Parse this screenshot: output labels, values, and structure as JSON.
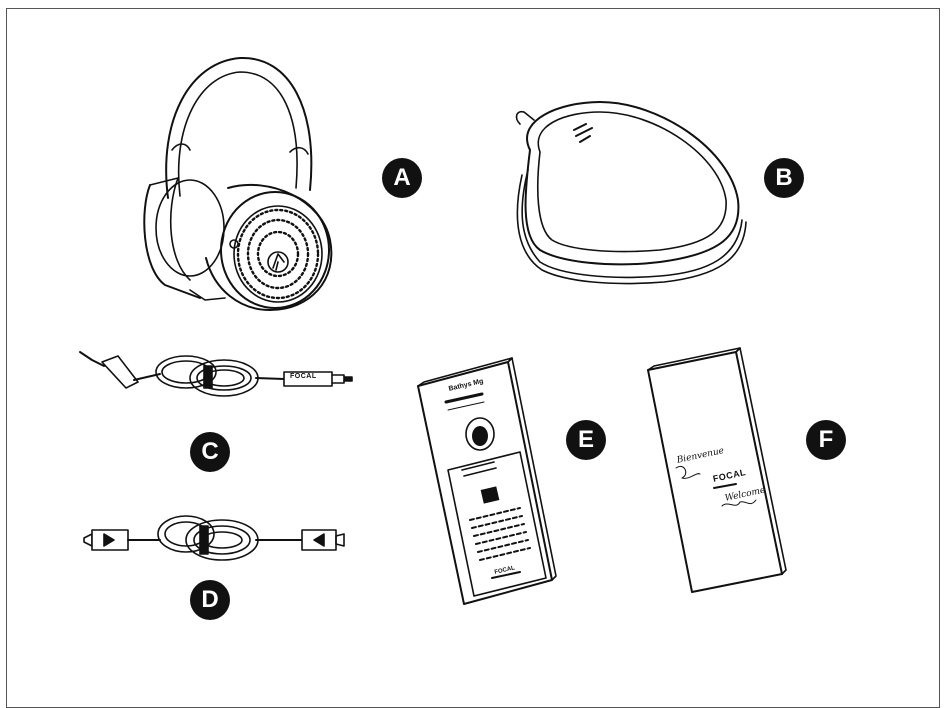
{
  "labels": {
    "a": "A",
    "b": "B",
    "c": "C",
    "d": "D",
    "e": "E",
    "f": "F"
  },
  "cable_brand": "FOCAL",
  "guide_e": {
    "title": "Bathys Mg",
    "brand": "FOCAL"
  },
  "leaflet_f": {
    "script_left": "Bienvenue",
    "brand": "FOCAL",
    "script_right": "Welcome"
  },
  "colors": {
    "ink": "#111111",
    "badge": "#111111",
    "frame": "#555555"
  }
}
